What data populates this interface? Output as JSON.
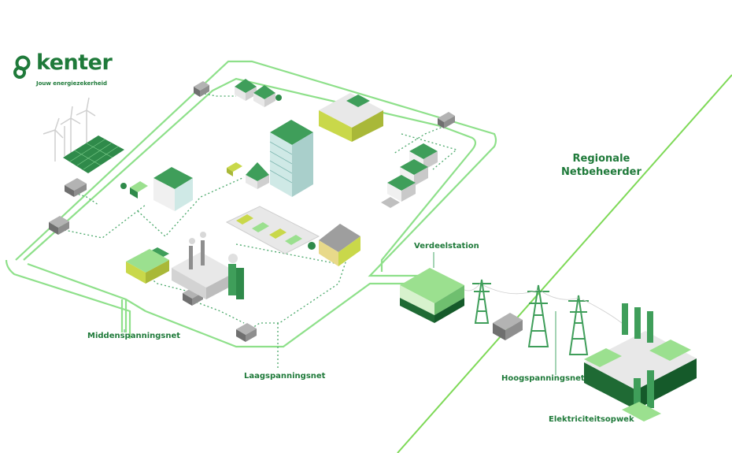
{
  "brand": {
    "name": "kenter",
    "tagline": "Jouw energiezekerheid"
  },
  "labels": {
    "middenspanningsnet": "Middenspanningsnet",
    "laagspanningsnet": "Laagspanningsnet",
    "verdeelstation": "Verdeelstation",
    "hoogspanningsnet": "Hoogspanningsnet",
    "elektriciteitsopwek": "Elektriciteitsopwek"
  },
  "region": {
    "line1": "Regionale",
    "line2": "Netbeheerder"
  },
  "colors": {
    "brand_green": "#1f7a3a",
    "line_green": "#8ee08a",
    "dotted_green": "#4aa86a",
    "light_green": "#9be08f",
    "lime": "#c9d84a",
    "teal_facade": "#cfe9e6",
    "roof": "#3f9e5a",
    "grey": "#8e8e8e",
    "bright_line": "#7ed957"
  }
}
